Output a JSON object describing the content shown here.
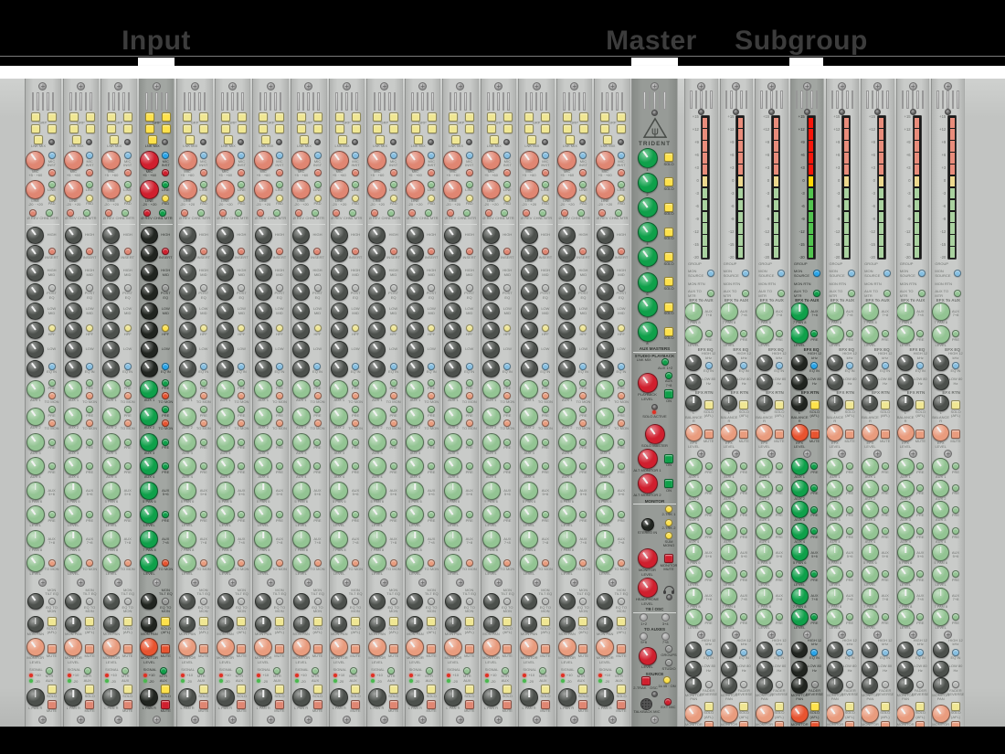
{
  "header": {
    "labels": [
      "Input",
      "Master",
      "Subgroup"
    ]
  },
  "palette": {
    "selected_red": "#d01f2e",
    "selected_green": "#0fa04a",
    "selected_blue": "#28a5ea",
    "selected_yellow": "#ffe24a",
    "selected_orange": "#e85430",
    "muted_red": "#e08672",
    "muted_green": "#93c493",
    "muted_blue": "#85bfe2",
    "muted_yellow": "#f0e793",
    "panel_light": "#c9cbc9",
    "panel_selected": "#9a9e9a",
    "meter_red": "#f8170b",
    "meter_yellow": "#ffd608",
    "meter_green": "#52c44f"
  },
  "layout": {
    "input_count": 16,
    "input_selected": 3,
    "subgroup_count": 8,
    "subgroup_selected": 3
  },
  "meter": {
    "ticks": [
      "+15",
      "+12",
      "+9",
      "+6",
      "+3",
      "0",
      "-3",
      "-6",
      "-9",
      "-12",
      "-15",
      "-20"
    ]
  },
  "input_modules": [
    {
      "t": "screw"
    },
    {
      "t": "vents"
    },
    {
      "t": "grp",
      "label": "GRP",
      "buttons": [
        "1",
        "2",
        "3",
        "4"
      ]
    },
    {
      "t": "lnk",
      "label": "LNK MIX"
    },
    {
      "t": "knob",
      "c": "red",
      "s": 21,
      "lab": "MIC",
      "sub": "+5 · +60",
      "right": [
        {
          "k": "btn",
          "c": "blu",
          "shape": "rnd",
          "lab": "MIC INST"
        },
        {
          "k": "btn",
          "c": "red",
          "shape": "rnd",
          "lab": ""
        }
      ]
    },
    {
      "t": "knob",
      "c": "red",
      "s": 21,
      "lab": "LINE",
      "sub": "-20 · +20",
      "right": [
        {
          "k": "btn",
          "c": "grn",
          "shape": "rnd",
          "lab": "LINE"
        },
        {
          "k": "btn",
          "c": "yel",
          "shape": "rnd",
          "lab": "PAD"
        }
      ]
    },
    {
      "t": "pair",
      "items": [
        {
          "k": "btn",
          "c": "red",
          "shape": "rnd",
          "lab": "Ø REV"
        },
        {
          "k": "btn",
          "c": "grn",
          "shape": "rnd",
          "lab": "CHNL MTR"
        }
      ]
    },
    {
      "t": "hr"
    },
    {
      "t": "knob",
      "c": "drk",
      "s": 19,
      "lab": "",
      "right": [
        {
          "k": "lab",
          "lab": "HIGH"
        }
      ]
    },
    {
      "t": "knob",
      "c": "drk",
      "s": 19,
      "lab": "",
      "right": [
        {
          "k": "btn",
          "c": "red",
          "shape": "rnd",
          "lab": "INSERT"
        }
      ]
    },
    {
      "t": "knob",
      "c": "drk",
      "s": 19,
      "lab": "",
      "right": [
        {
          "k": "lab",
          "lab": "HIGH MID"
        }
      ]
    },
    {
      "t": "knob",
      "c": "drk",
      "s": 19,
      "lab": "",
      "right": [
        {
          "k": "btn",
          "c": "gry",
          "shape": "rnd",
          "lab": "POST EQ"
        }
      ]
    },
    {
      "t": "knob",
      "c": "drk",
      "s": 19,
      "lab": "",
      "right": [
        {
          "k": "lab",
          "lab": "LOW MID"
        }
      ]
    },
    {
      "t": "knob",
      "c": "drk",
      "s": 19,
      "lab": "",
      "right": [
        {
          "k": "btn",
          "c": "yel",
          "shape": "rnd",
          "lab": "HPF"
        }
      ]
    },
    {
      "t": "knob",
      "c": "drk",
      "s": 19,
      "lab": "",
      "right": [
        {
          "k": "lab",
          "lab": "LOW"
        }
      ]
    },
    {
      "t": "knob",
      "c": "drk",
      "s": 19,
      "lab": "",
      "right": [
        {
          "k": "btn",
          "c": "blu",
          "shape": "rnd",
          "lab": "EQ IN"
        }
      ]
    },
    {
      "t": "knob",
      "c": "grn",
      "s": 20,
      "lab": "AUX 1",
      "right": [
        {
          "k": "btn",
          "c": "grn",
          "shape": "rnd",
          "lab": "PRE"
        },
        {
          "k": "btn",
          "c": "org",
          "shape": "rnd",
          "lab": "TO MON"
        }
      ]
    },
    {
      "t": "knob",
      "c": "grn",
      "s": 20,
      "lab": "AUX 2",
      "right": [
        {
          "k": "btn",
          "c": "grn",
          "shape": "rnd",
          "lab": "PRE"
        },
        {
          "k": "btn",
          "c": "org",
          "shape": "rnd",
          "lab": "TO MON"
        }
      ]
    },
    {
      "t": "knob",
      "c": "grn",
      "s": 20,
      "lab": "AUX 3",
      "right": [
        {
          "k": "btn",
          "c": "grn",
          "shape": "rnd",
          "lab": "PRE"
        }
      ]
    },
    {
      "t": "knob",
      "c": "grn",
      "s": 20,
      "lab": "AUX 4",
      "right": [
        {
          "k": "btn",
          "c": "grn",
          "shape": "rnd",
          "lab": "PRE"
        }
      ]
    },
    {
      "t": "knob",
      "c": "grn",
      "s": 20,
      "lab": "5 PAN 6",
      "right": [
        {
          "k": "lab",
          "lab": "AUX 5+6"
        }
      ]
    },
    {
      "t": "knob",
      "c": "grn",
      "s": 20,
      "lab": "LEVEL",
      "right": [
        {
          "k": "btn",
          "c": "grn",
          "shape": "rnd",
          "lab": "PRE"
        }
      ]
    },
    {
      "t": "knob",
      "c": "grn",
      "s": 20,
      "lab": "7 PAN 8",
      "right": [
        {
          "k": "lab",
          "lab": "AUX 7+8"
        }
      ]
    },
    {
      "t": "knob",
      "c": "grn",
      "s": 20,
      "lab": "LEVEL",
      "right": [
        {
          "k": "btn",
          "c": "org",
          "shape": "rnd",
          "lab": "TO MON"
        }
      ]
    },
    {
      "t": "screw"
    },
    {
      "t": "knob",
      "c": "drk",
      "s": 18,
      "lab": "",
      "right": [
        {
          "k": "lab",
          "lab": "MON TILT EQ"
        },
        {
          "k": "btn",
          "c": "gry",
          "shape": "rnd",
          "lab": "EQ TO MON"
        }
      ]
    },
    {
      "t": "knob",
      "c": "drk",
      "s": 18,
      "lab": "MON PAN",
      "right": [
        {
          "k": "btn",
          "c": "yel",
          "shape": "sq",
          "lab": "SOLO (AFL)"
        }
      ]
    },
    {
      "t": "knob",
      "c": "org",
      "s": 20,
      "lab": "MONITOR LEVEL",
      "right": [
        {
          "k": "btn",
          "c": "org",
          "shape": "sq",
          "lab": "MUTE"
        }
      ]
    },
    {
      "t": "leds",
      "label": "SIGNAL",
      "leds": [
        {
          "c": "red",
          "lab": "+10"
        },
        {
          "c": "grn",
          "lab": "-20"
        }
      ],
      "btn": {
        "k": "btn",
        "c": "grn",
        "shape": "rnd",
        "lab": "MTR AUX"
      }
    },
    {
      "t": "knob",
      "c": "drk",
      "s": 20,
      "lab": "L PAN R",
      "right": [
        {
          "k": "btn",
          "c": "yel",
          "shape": "sq",
          "lab": "SOLO"
        },
        {
          "k": "btn",
          "c": "red",
          "shape": "sq",
          "lab": "MUTE"
        }
      ]
    },
    {
      "t": "screw"
    }
  ],
  "master_modules": [
    {
      "t": "screw"
    },
    {
      "t": "vents"
    },
    {
      "t": "dot"
    },
    {
      "t": "logo",
      "brand": "TRIDENT"
    },
    {
      "t": "knob",
      "c": "grn",
      "s": 22,
      "lab": "1",
      "right": [
        {
          "k": "btn",
          "c": "yel",
          "shape": "sq",
          "lab": "SOLO"
        }
      ]
    },
    {
      "t": "knob",
      "c": "grn",
      "s": 22,
      "lab": "2",
      "right": [
        {
          "k": "btn",
          "c": "yel",
          "shape": "sq",
          "lab": "SOLO"
        }
      ]
    },
    {
      "t": "knob",
      "c": "grn",
      "s": 22,
      "lab": "3",
      "right": [
        {
          "k": "btn",
          "c": "yel",
          "shape": "sq",
          "lab": "SOLO"
        }
      ]
    },
    {
      "t": "knob",
      "c": "grn",
      "s": 22,
      "lab": "4",
      "right": [
        {
          "k": "btn",
          "c": "yel",
          "shape": "sq",
          "lab": "SOLO"
        }
      ]
    },
    {
      "t": "knob",
      "c": "grn",
      "s": 22,
      "lab": "5",
      "right": [
        {
          "k": "btn",
          "c": "yel",
          "shape": "sq",
          "lab": "SOLO"
        }
      ]
    },
    {
      "t": "knob",
      "c": "grn",
      "s": 22,
      "lab": "6",
      "right": [
        {
          "k": "btn",
          "c": "yel",
          "shape": "sq",
          "lab": "SOLO"
        }
      ]
    },
    {
      "t": "knob",
      "c": "grn",
      "s": 22,
      "lab": "7",
      "right": [
        {
          "k": "btn",
          "c": "yel",
          "shape": "sq",
          "lab": "SOLO"
        }
      ]
    },
    {
      "t": "knob",
      "c": "grn",
      "s": 22,
      "lab": "8",
      "right": [
        {
          "k": "btn",
          "c": "yel",
          "shape": "sq",
          "lab": "SOLO"
        }
      ]
    },
    {
      "t": "lab",
      "lab": "AUX MASTERS"
    },
    {
      "t": "hr"
    },
    {
      "t": "lab",
      "lab": "STUDIO PLAYBACK"
    },
    {
      "t": "pair",
      "items": [
        {
          "k": "lab",
          "lab": "LNK MIX"
        },
        {
          "k": "btn",
          "c": "grn",
          "shape": "rnd",
          "lab": "AUX 1+2"
        }
      ]
    },
    {
      "t": "knob",
      "c": "red",
      "s": 22,
      "lab": "PLAYBACK LEVEL",
      "right": [
        {
          "k": "btn",
          "c": "grn",
          "shape": "rnd",
          "lab": "AUX 7+8"
        },
        {
          "k": "btn",
          "c": "grn",
          "shape": "sq",
          "lab": "ON"
        }
      ]
    },
    {
      "t": "dot"
    },
    {
      "t": "pair",
      "items": [
        {
          "k": "led",
          "c": "red",
          "lab": "SOLO ACTIVE"
        }
      ]
    },
    {
      "t": "knob",
      "c": "red",
      "s": 22,
      "lab": "SOLO MASTER",
      "right": []
    },
    {
      "t": "knob",
      "c": "red",
      "s": 22,
      "lab": "ALT MONITOR 1",
      "right": [
        {
          "k": "btn",
          "c": "grn",
          "shape": "sq",
          "lab": "ON"
        }
      ]
    },
    {
      "t": "knob",
      "c": "red",
      "s": 22,
      "lab": "ALT MONITOR 2",
      "right": [
        {
          "k": "btn",
          "c": "grn",
          "shape": "sq",
          "lab": "ON"
        }
      ]
    },
    {
      "t": "lab",
      "lab": "MONITOR"
    },
    {
      "t": "hr"
    },
    {
      "t": "knob",
      "c": "drk",
      "s": 14,
      "lab": "STEREO IN",
      "right": [
        {
          "k": "btn",
          "c": "yel",
          "shape": "rnd",
          "lab": "2-TRK 1"
        },
        {
          "k": "btn",
          "c": "yel",
          "shape": "rnd",
          "lab": "2-TRK 2"
        },
        {
          "k": "btn",
          "c": "yel",
          "shape": "rnd",
          "lab": "SUM MONO"
        }
      ]
    },
    {
      "t": "knob",
      "c": "red",
      "s": 22,
      "lab": "MONITOR LEVEL",
      "right": [
        {
          "k": "btn",
          "c": "red",
          "shape": "sq",
          "lab": "MONITOR MUTE"
        }
      ]
    },
    {
      "t": "knob",
      "c": "red",
      "s": 22,
      "lab": "HEADPHONE LEVEL",
      "right": [
        {
          "k": "hp"
        },
        {
          "k": "dot"
        }
      ]
    },
    {
      "t": "lab",
      "lab": "TB / OSC"
    },
    {
      "t": "hr"
    },
    {
      "t": "pair",
      "items": [
        {
          "k": "sknob",
          "lab": "1+2"
        },
        {
          "k": "sknob",
          "lab": "3+4"
        }
      ]
    },
    {
      "t": "lab",
      "lab": "TO AUXES"
    },
    {
      "t": "pair",
      "items": [
        {
          "k": "sknob",
          "lab": "5+6"
        },
        {
          "k": "sknob",
          "lab": "7+8"
        }
      ]
    },
    {
      "t": "knob",
      "c": "red",
      "s": 20,
      "lab": "LEVEL",
      "right": [
        {
          "k": "btn",
          "c": "gry",
          "shape": "rnd",
          "lab": "GROUPS"
        },
        {
          "k": "btn",
          "c": "gry",
          "shape": "rnd",
          "lab": "STUDIO"
        }
      ]
    },
    {
      "t": "lab",
      "lab": "SOURCE"
    },
    {
      "t": "pair",
      "items": [
        {
          "k": "btn",
          "c": "red",
          "shape": "sq",
          "lab": "2-TRAK · OSC"
        },
        {
          "k": "btn",
          "c": "yel",
          "shape": "rnd",
          "lab": "1k 45 · ON"
        }
      ]
    },
    {
      "t": "dot"
    },
    {
      "t": "pair",
      "items": [
        {
          "k": "tbmic",
          "lab": "TALKBACK MIC"
        },
        {
          "k": "btn",
          "c": "red",
          "shape": "rnd",
          "lab": "EXT MIC"
        }
      ]
    },
    {
      "t": "screw"
    }
  ],
  "subgroup_modules": [
    {
      "t": "screw"
    },
    {
      "t": "vents"
    },
    {
      "t": "dot"
    },
    {
      "t": "meter"
    },
    {
      "t": "route",
      "rows": [
        {
          "lab": "GROUP"
        },
        {
          "lab": "MON SOURCE",
          "btn": "blu"
        },
        {
          "lab": "MON RTN"
        },
        {
          "lab": "AUX TO MTR",
          "btn": "grn"
        }
      ]
    },
    {
      "t": "lab",
      "lab": "EFX To AUX",
      "align": "r"
    },
    {
      "t": "knob",
      "c": "grn",
      "s": 20,
      "lab": "7 PAN 8",
      "right": [
        {
          "k": "lab",
          "lab": "AUX 7+8"
        }
      ]
    },
    {
      "t": "knob",
      "c": "grn",
      "s": 20,
      "lab": "LEVEL",
      "right": [
        {
          "k": "btn",
          "c": "grn",
          "shape": "rnd",
          "lab": "PRE"
        }
      ]
    },
    {
      "t": "lab",
      "lab": "EFX EQ",
      "align": "r"
    },
    {
      "t": "knob",
      "c": "drk",
      "s": 18,
      "lab": "",
      "right": [
        {
          "k": "lab",
          "lab": "HIGH 12 kHz"
        },
        {
          "k": "btn",
          "c": "blu",
          "shape": "rnd",
          "lab": "EQ IN"
        }
      ]
    },
    {
      "t": "knob",
      "c": "drk",
      "s": 18,
      "lab": "",
      "right": [
        {
          "k": "lab",
          "lab": "LOW 80 Hz"
        }
      ]
    },
    {
      "t": "lab",
      "lab": "EFX RTN",
      "align": "r"
    },
    {
      "t": "knob",
      "c": "drk",
      "s": 18,
      "lab": "L BALANCE R",
      "right": [
        {
          "k": "btn",
          "c": "yel",
          "shape": "sq",
          "lab": "SOLO (AFL)"
        }
      ]
    },
    {
      "t": "knob",
      "c": "org",
      "s": 19,
      "lab": "EFX LEVEL",
      "right": [
        {
          "k": "btn",
          "c": "org",
          "shape": "sq",
          "lab": "MUTE"
        }
      ]
    },
    {
      "t": "screw"
    },
    {
      "t": "knob",
      "c": "grn",
      "s": 19,
      "lab": "AUX 1",
      "right": [
        {
          "k": "btn",
          "c": "grn",
          "shape": "rnd",
          "lab": "PRE"
        }
      ]
    },
    {
      "t": "knob",
      "c": "grn",
      "s": 19,
      "lab": "AUX 2",
      "right": [
        {
          "k": "btn",
          "c": "grn",
          "shape": "rnd",
          "lab": "PRE"
        }
      ]
    },
    {
      "t": "knob",
      "c": "grn",
      "s": 19,
      "lab": "AUX 3",
      "right": [
        {
          "k": "btn",
          "c": "grn",
          "shape": "rnd",
          "lab": "PRE"
        }
      ]
    },
    {
      "t": "knob",
      "c": "grn",
      "s": 19,
      "lab": "AUX 4",
      "right": [
        {
          "k": "btn",
          "c": "grn",
          "shape": "rnd",
          "lab": "PRE"
        }
      ]
    },
    {
      "t": "knob",
      "c": "grn",
      "s": 19,
      "lab": "5 PAN 6",
      "right": [
        {
          "k": "lab",
          "lab": "AUX 5+6"
        }
      ]
    },
    {
      "t": "knob",
      "c": "grn",
      "s": 19,
      "lab": "LEVEL",
      "right": [
        {
          "k": "btn",
          "c": "grn",
          "shape": "rnd",
          "lab": "PRE"
        }
      ]
    },
    {
      "t": "knob",
      "c": "grn",
      "s": 19,
      "lab": "7 PAN 8",
      "right": [
        {
          "k": "lab",
          "lab": "AUX 7+8"
        }
      ]
    },
    {
      "t": "knob",
      "c": "grn",
      "s": 19,
      "lab": "LEVEL",
      "right": [
        {
          "k": "btn",
          "c": "grn",
          "shape": "rnd",
          "lab": "PRE"
        }
      ]
    },
    {
      "t": "screw"
    },
    {
      "t": "knob",
      "c": "drk",
      "s": 18,
      "lab": "",
      "right": [
        {
          "k": "lab",
          "lab": "HIGH 12 kHz"
        },
        {
          "k": "btn",
          "c": "blu",
          "shape": "rnd",
          "lab": "EQ IN"
        }
      ]
    },
    {
      "t": "knob",
      "c": "drk",
      "s": 18,
      "lab": "",
      "right": [
        {
          "k": "lab",
          "lab": "LOW 80 Hz"
        }
      ]
    },
    {
      "t": "knob",
      "c": "drk",
      "s": 18,
      "lab": "MONITOR PAN",
      "right": [
        {
          "k": "btn",
          "c": "gry",
          "shape": "rnd",
          "lab": "FADER REVERSE"
        }
      ]
    },
    {
      "t": "knob",
      "c": "org",
      "s": 20,
      "lab": "MONITOR LEVEL",
      "right": [
        {
          "k": "btn",
          "c": "yel",
          "shape": "sq",
          "lab": "SOLO (AFL)"
        },
        {
          "k": "btn",
          "c": "org",
          "shape": "sq",
          "lab": "MUTE"
        }
      ]
    },
    {
      "t": "screw"
    }
  ]
}
